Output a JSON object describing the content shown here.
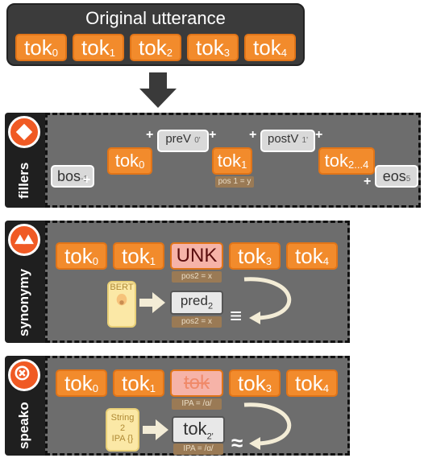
{
  "original": {
    "title": "Original utterance",
    "tokens": [
      {
        "base": "tok",
        "sub": "0"
      },
      {
        "base": "tok",
        "sub": "1"
      },
      {
        "base": "tok",
        "sub": "2"
      },
      {
        "base": "tok",
        "sub": "3"
      },
      {
        "base": "tok",
        "sub": "4"
      }
    ]
  },
  "fillers": {
    "label": "fillers",
    "bos": {
      "base": "bos",
      "sub": "-1"
    },
    "tok0": {
      "base": "tok",
      "sub": "0"
    },
    "preV": {
      "base": "preV",
      "sub": "0'"
    },
    "tok1": {
      "base": "tok",
      "sub": "1"
    },
    "tok1_pos": "pos 1 = y",
    "postV": {
      "base": "postV",
      "sub": "1'"
    },
    "tok24": {
      "base": "tok",
      "sub": "2...4"
    },
    "eos": {
      "base": "eos",
      "sub": "5"
    },
    "plus": "+"
  },
  "synonymy": {
    "label": "synonymy",
    "tokens": [
      {
        "base": "tok",
        "sub": "0"
      },
      {
        "base": "tok",
        "sub": "1"
      },
      {
        "base": "UNK",
        "sub": ""
      },
      {
        "base": "tok",
        "sub": "3"
      },
      {
        "base": "tok",
        "sub": "4"
      }
    ],
    "unk_pos": "pos2 = x",
    "model_label": "BERT",
    "pred": {
      "base": "pred",
      "sub": "2"
    },
    "pred_pos": "pos2 = x",
    "relation": "≡"
  },
  "speako": {
    "label": "speako",
    "tokens": [
      {
        "base": "tok",
        "sub": "0"
      },
      {
        "base": "tok",
        "sub": "1"
      },
      {
        "base": "tok",
        "sub": ""
      },
      {
        "base": "tok",
        "sub": "3"
      },
      {
        "base": "tok",
        "sub": "4"
      }
    ],
    "struck_ipa": "IPA = /ɑ/",
    "model_line1": "String",
    "model_line2": "2",
    "model_line3": "IPA {}",
    "pred": {
      "base": "tok",
      "sub": "2'"
    },
    "pred_ipa": "IPA = /ɑ/",
    "relation": "≈"
  },
  "colors": {
    "orange": "#f28b2c",
    "badge": "#f05a24",
    "panel": "#6d6d6d"
  }
}
